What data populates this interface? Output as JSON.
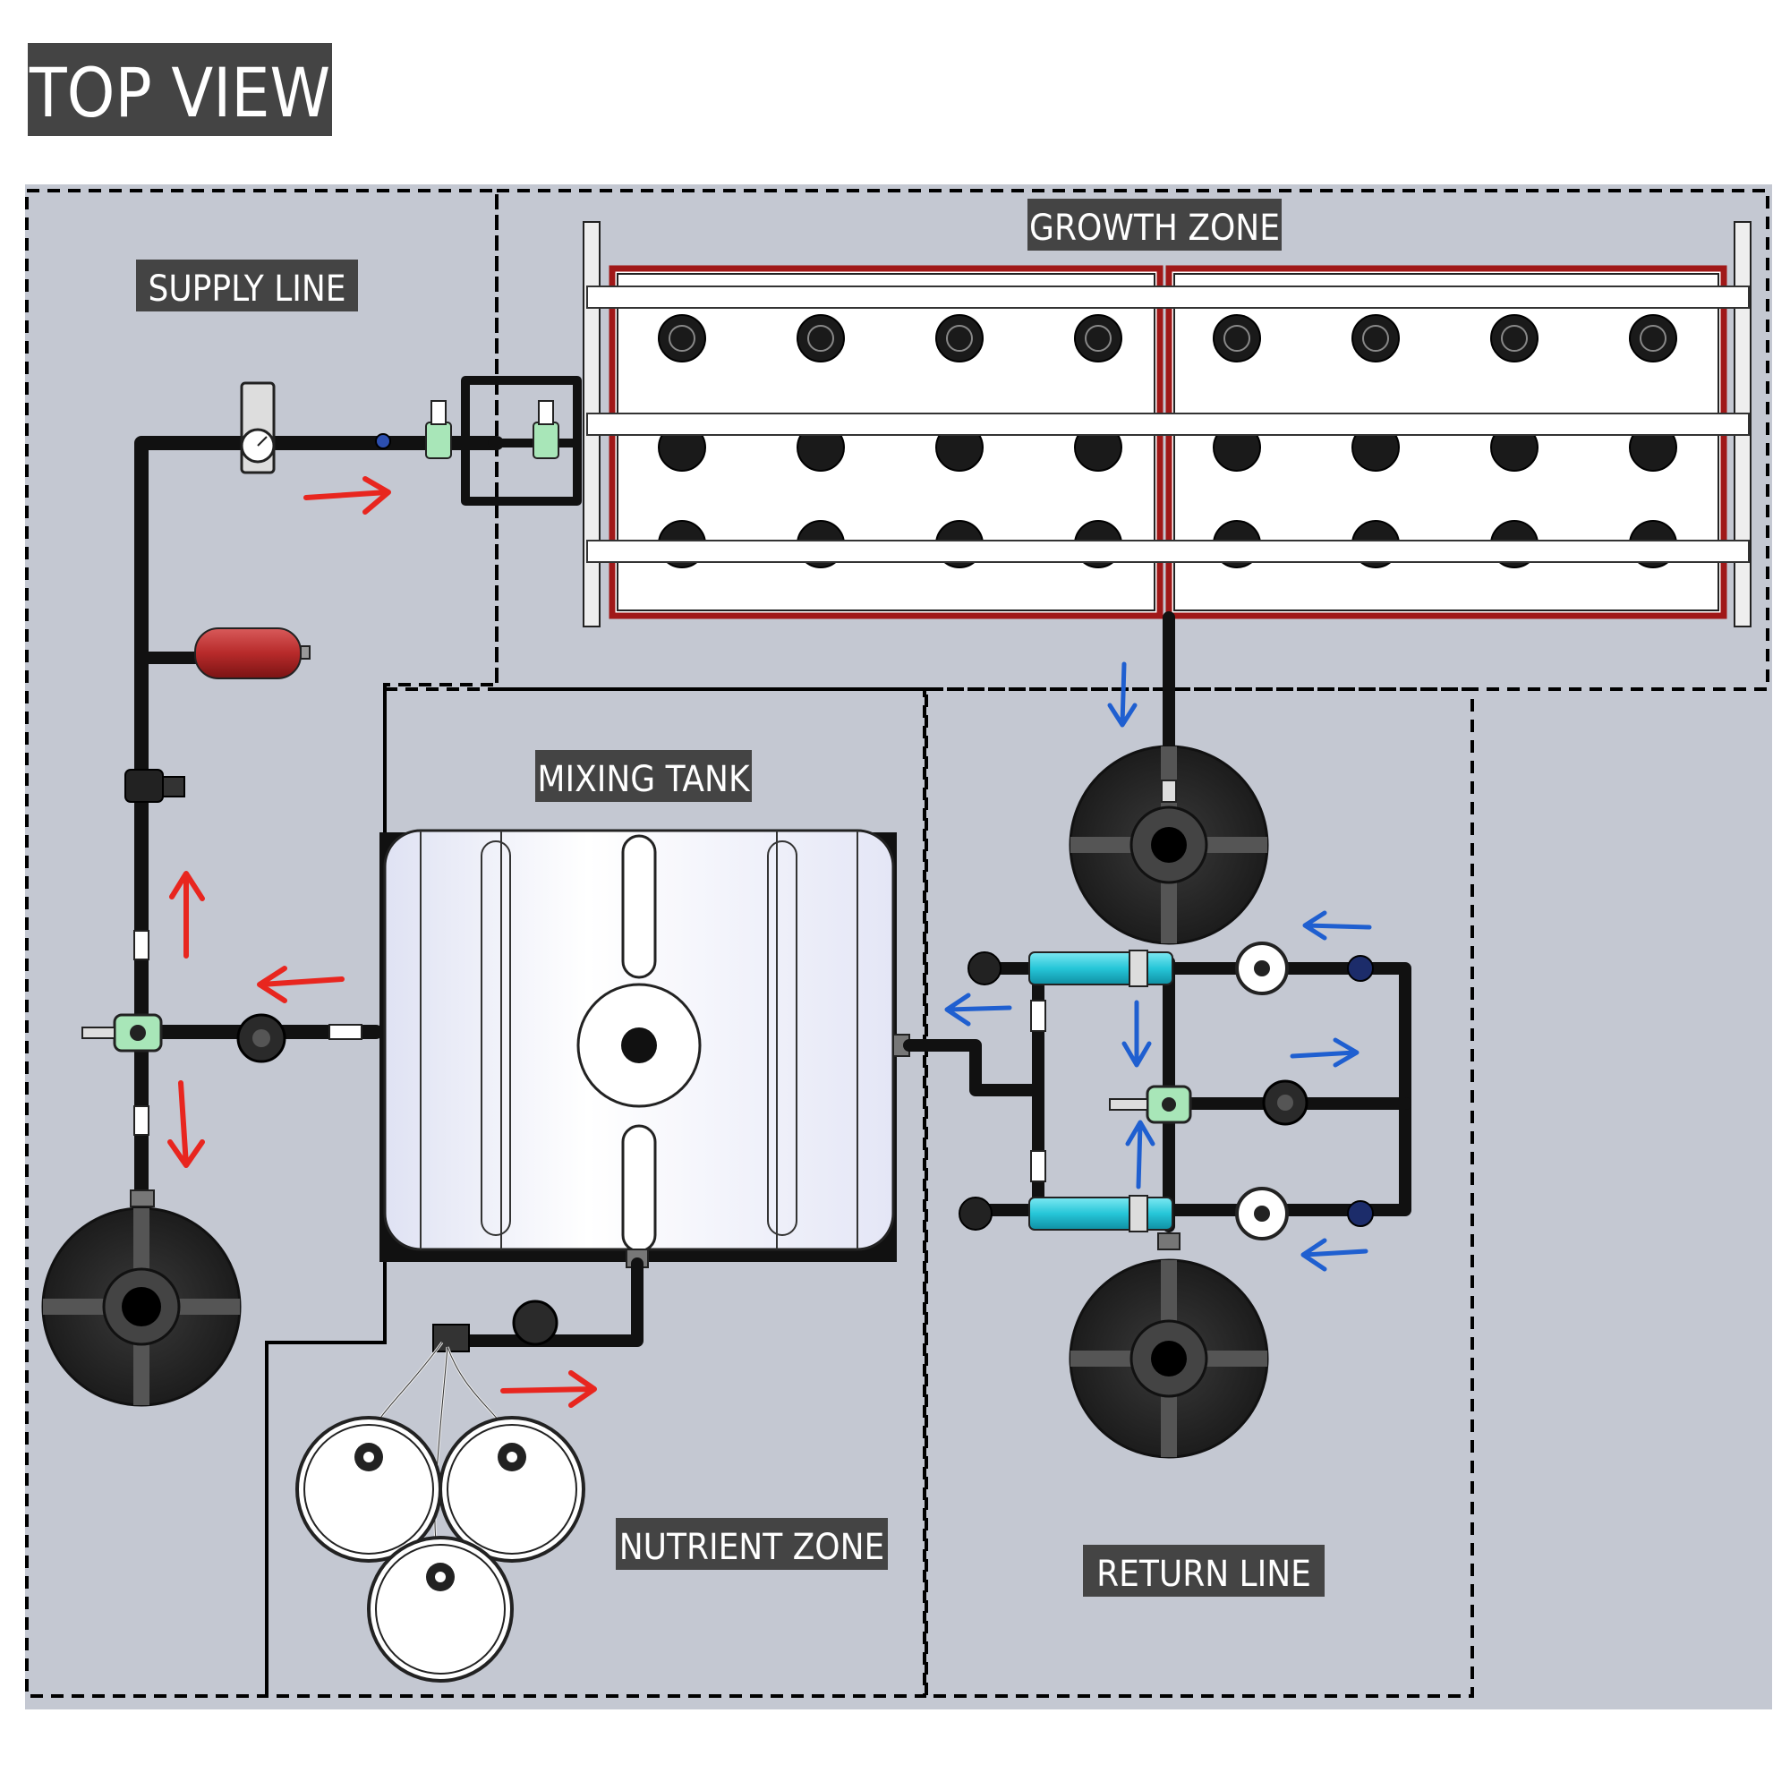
{
  "title": "TOP VIEW",
  "zones": {
    "supply_line": "SUPPLY LINE",
    "growth_zone": "GROWTH ZONE",
    "mixing_tank": "MIXING TANK",
    "nutrient_zone": "NUTRIENT ZONE",
    "return_line": "RETURN LINE"
  },
  "colors": {
    "background": "#c4c8d2",
    "label_box": "#444444",
    "supply_flow": "#e8261f",
    "return_flow": "#1f5fd0",
    "growth_tray_border": "#a01818",
    "filter": "#26c6d8",
    "valve": "#a8e6b8"
  }
}
